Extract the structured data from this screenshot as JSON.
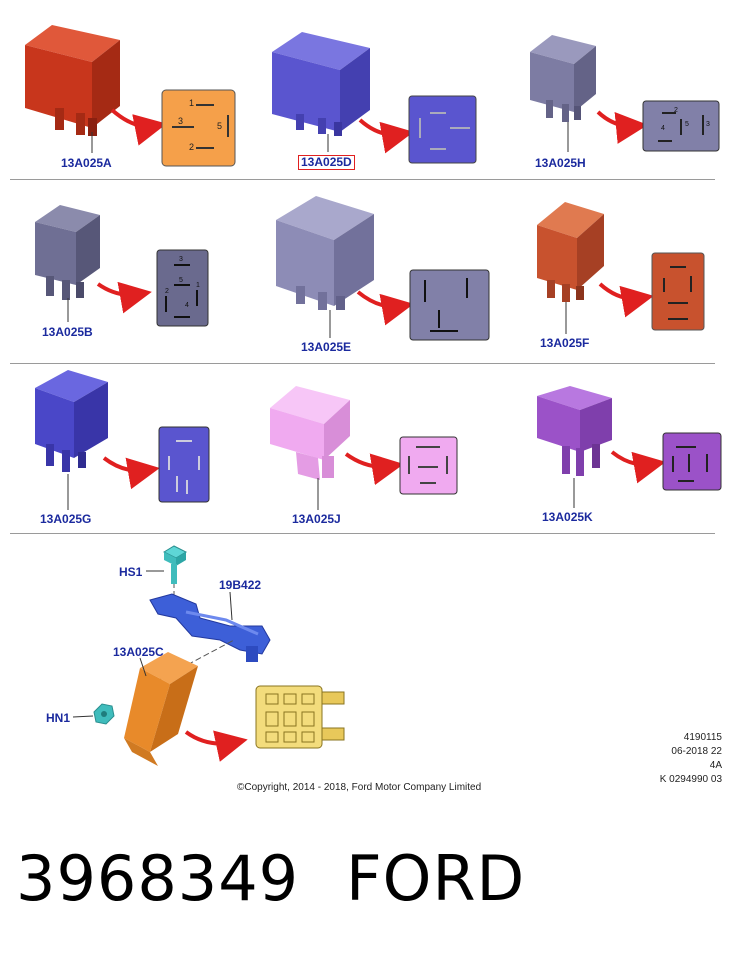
{
  "colors": {
    "label_blue": "#1b2a9e",
    "arrow_red": "#e02020",
    "relay_A": "#c8361c",
    "relay_D": "#5a55cf",
    "relay_H": "#7d7ca3",
    "relay_B": "#6f6f94",
    "relay_E": "#8d8cb6",
    "relay_F": "#c8522e",
    "relay_G": "#4a47c8",
    "relay_J": "#f0aaf0",
    "relay_K": "#9b52c8",
    "relay_C": "#e88a2a",
    "bracket": "#3d5fd8",
    "connector": "#f3dc7c"
  },
  "icons": {
    "fastener_hs1": "bolt-icon",
    "fastener_hn1": "nut-icon",
    "callout_arrow": "red-arrow-icon"
  },
  "parts": [
    {
      "id": "A",
      "label": "13A025A",
      "highlighted": false
    },
    {
      "id": "D",
      "label": "13A025D",
      "highlighted": true
    },
    {
      "id": "H",
      "label": "13A025H",
      "highlighted": false
    },
    {
      "id": "B",
      "label": "13A025B",
      "highlighted": false
    },
    {
      "id": "E",
      "label": "13A025E",
      "highlighted": false
    },
    {
      "id": "F",
      "label": "13A025F",
      "highlighted": false
    },
    {
      "id": "G",
      "label": "13A025G",
      "highlighted": false
    },
    {
      "id": "J",
      "label": "13A025J",
      "highlighted": false
    },
    {
      "id": "K",
      "label": "13A025K",
      "highlighted": false
    }
  ],
  "pinouts": {
    "A": [
      "1",
      "3",
      "5",
      "2"
    ],
    "H": [
      "2",
      "5",
      "4",
      "3"
    ],
    "B": [
      "3",
      "5",
      "2",
      "1",
      "4"
    ]
  },
  "assembly": {
    "hs1": "HS1",
    "bracket": "19B422",
    "relay": "13A025C",
    "hn1": "HN1"
  },
  "stamp": {
    "line1": "4190115",
    "line2": "06-2018 22",
    "line3": "4A",
    "line4": "K 0294990 03"
  },
  "copyright": "©Copyright, 2014 - 2018, Ford Motor Company Limited",
  "part_number": "3968349",
  "brand": "FORD"
}
